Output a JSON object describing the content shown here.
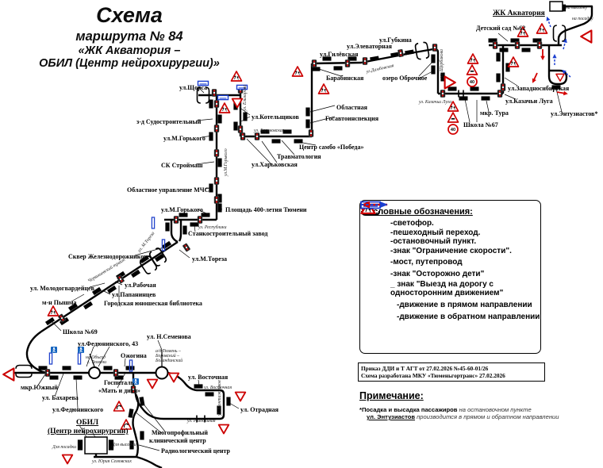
{
  "title": {
    "line1": "Схема",
    "line2": "маршрута № 84",
    "line3": "«ЖК Акватория –",
    "line4": "ОБИЛ (Центр нейрохирургии)»"
  },
  "signs": {
    "speed": "40"
  },
  "map": {
    "zhk": "ЖК Акватория",
    "vysadku": "на высадку",
    "posadku": "на посадку",
    "detsad": "Детский сад №62",
    "gubkina": "ул.Губкина",
    "elevatornaya": "ул.Элеваторная",
    "gilevskaya": "ул.Гилёвская",
    "barabinskaya": "Барабинская",
    "ozero": "озеро Оброчное",
    "dambovskaya": "ул.Дамбовская",
    "shcherbakova": "ул. Щербакова",
    "zapsib": "ул.Западносибирская",
    "kazachyi": "ул.Казачьи Луга",
    "kazachyi_street": "ул. Казачьи Луга",
    "tura": "мкр. Тура",
    "shkola67": "Школа №67",
    "entuziastov": "ул.Энтузиастов*",
    "shchorsa": "ул.Щорса",
    "sudostroitelny": "з-д Судостроительный",
    "gorkogo1": "ул.М.Горького",
    "stroymash": "СК Строймаш",
    "mchs": "Областное управление МЧС",
    "gorkogo_street": "ул.М.Горького",
    "kotelshchikov": "ул.Котельщиков",
    "elizarova": "ул. Елизарова",
    "kharkovskaya_street": "ул. Харьковская",
    "oblastnaya": "Областная",
    "gai": "Госавтоинспекция",
    "sambo": "Центр самбо «Победа»",
    "travma": "Травматология",
    "kharkovskaya": "ул.Харьковская",
    "gorkogo2": "ул.М.Горького",
    "ploshchad": "Площадь 400-летия Тюмени",
    "respubliki": "ул. Республики",
    "stankostroitelny": "Станкостроительный завод",
    "toreza": "ул.М.Тореза",
    "toreza_street": "ул. М.Тореза",
    "skver": "Сквер Железнодорожников",
    "chervishevsky": "Червишевский тракт",
    "molodogvardeytsev": "ул. Молодогвардейцев",
    "rabochaya": "ул.Рабочая",
    "papanintsev": "ул.Папанинцев",
    "pyshma": "м-н Пышма",
    "biblioteka": "Городская юношеская библиотека",
    "shkola69": "Школа №69",
    "fedyuninskogo43": "ул.Федюнинского, 43",
    "semenova": "ул. Н.Семенова",
    "ozhogina": "Ожогина",
    "obyezd1": "на Объезд",
    "obyezd2": "г. Тюмени",
    "ad1": "а/д Тюмень –",
    "ad2": "Боровский –",
    "ad3": "Богандинский",
    "yuzhny": "мкр.Южный",
    "bakhareva": "ул. Бахарева",
    "fedyuninskogo": "ул.Федюнинского",
    "gospital1": "Госпиталь",
    "gospital2": "«Мать и дитя»",
    "vostochnaya": "ул. Восточная",
    "vostochnaya_street": "ул. Восточная",
    "otradnaya": "ул. Отрадная",
    "montazhnikov": "ул. Монтажников",
    "razdolnaya": "ул. Раздольная",
    "mkc1": "Многопрофильный",
    "mkc2": "клинический центр",
    "radiologichesky": "Радиологический центр",
    "obil1": "ОБИЛ",
    "obil2": "(Центр нейрохирургии)",
    "dlya_posadki": "Для посадки",
    "dlya_vysadki": "Для высадки",
    "yuriya": "ул. Юрия Семовских"
  },
  "legend": {
    "title": "Условные обозначения:",
    "items": [
      {
        "icon": "traffic-light-icon",
        "label": "-светофор."
      },
      {
        "icon": "pedestrian-crossing-icon",
        "label": "-пешеходный переход."
      },
      {
        "icon": "bus-stop-icon",
        "label": "-остановочный пункт."
      },
      {
        "icon": "speed-limit-icon",
        "label": "-знак \"Ограничение скорости\"."
      },
      {
        "icon": "bridge-icon",
        "label": "-мост, путепровод"
      },
      {
        "icon": "children-warning-icon",
        "label": "-знак \"Осторожно дети\""
      },
      {
        "icon": "one-way-exit-icon",
        "label": "_ знак \"Выезд на дорогу с односторонним движением\""
      },
      {
        "icon": "forward-arrow-icon",
        "label": "-движение в прямом направлении"
      },
      {
        "icon": "reverse-arrow-icon",
        "label": "-движение в обратном направлении"
      }
    ]
  },
  "order_box": {
    "line1": "Приказ ДДИ и Т АГТ от 27.02.2026 №45-60-01/26",
    "line2": "Схема разработана МКУ «Тюменьгортранс» 27.02.2026"
  },
  "note": {
    "title": "Примечание:",
    "line1_bold": "*Посадка и высадка пассажиров",
    "line1_rest": " на остановочном пункте",
    "line2_bold": "ул. Энтузиастов",
    "line2_rest": "  производится в прямом и обратном направлении"
  }
}
